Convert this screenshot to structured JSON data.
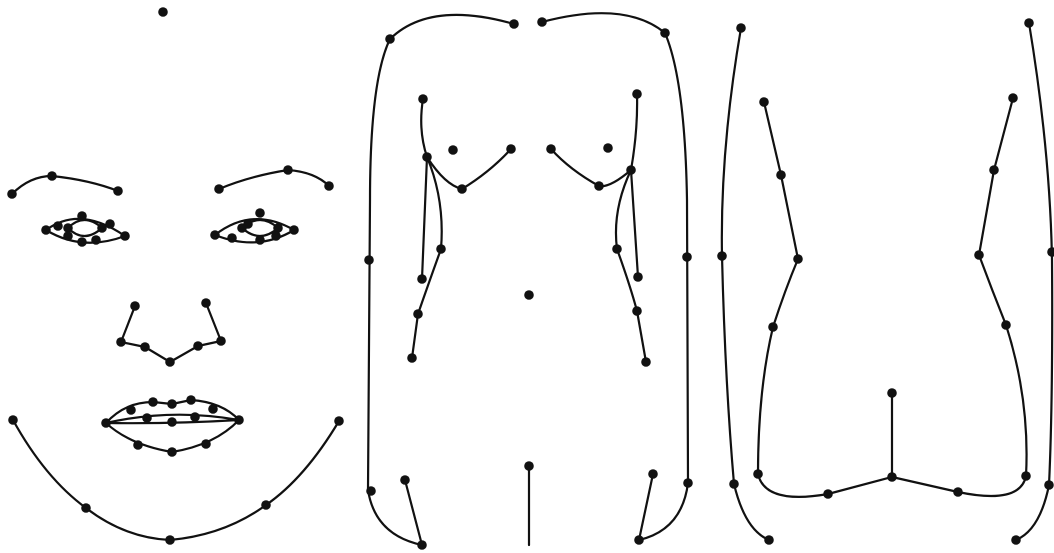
{
  "diagram": {
    "panels": [
      "face",
      "front-torso",
      "back-torso"
    ],
    "colors": {
      "ink": "#111111",
      "background": "#ffffff"
    }
  }
}
